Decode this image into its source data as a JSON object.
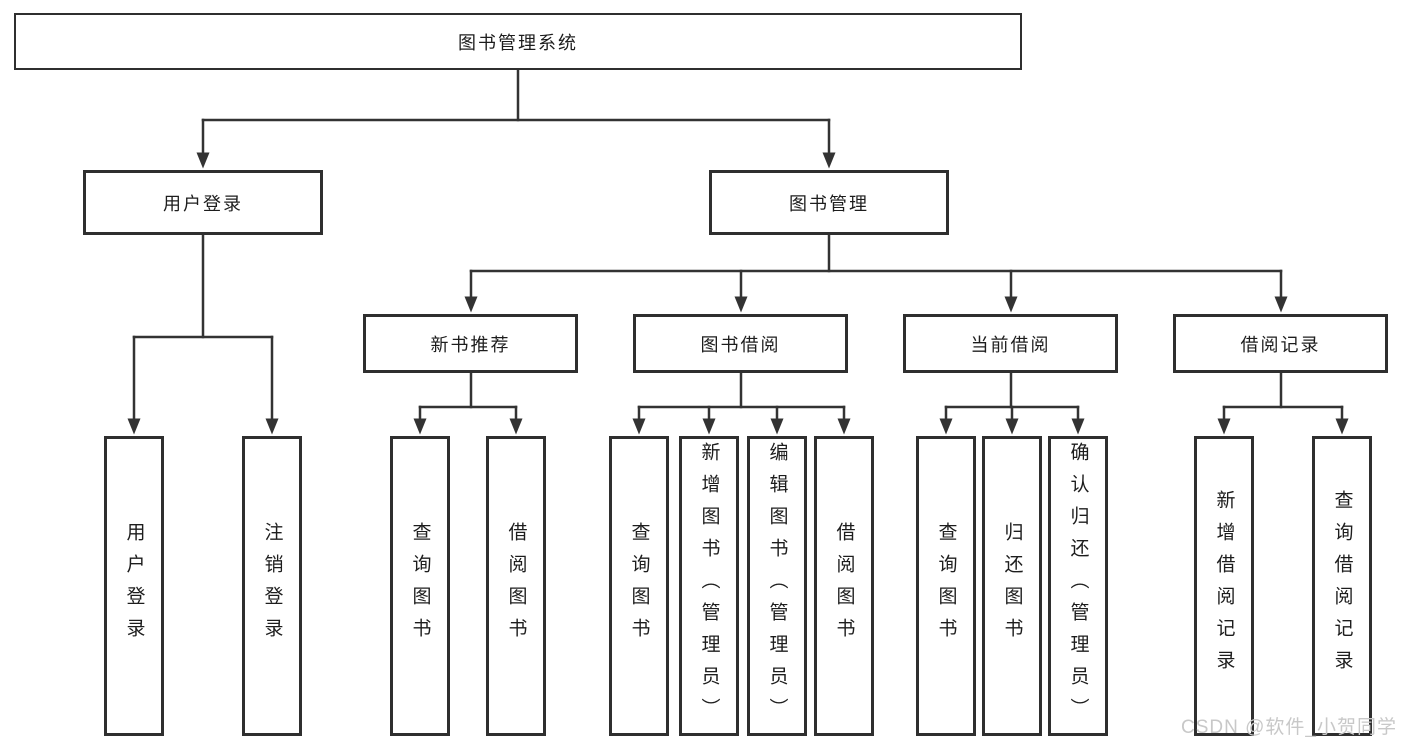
{
  "diagram": {
    "type": "hierarchy-tree",
    "nodes": {
      "root": "图书管理系统",
      "level2": {
        "user_login": "用户登录",
        "book_mgmt": "图书管理"
      },
      "level3": {
        "new_books": "新书推荐",
        "book_borrow": "图书借阅",
        "current_borrow": "当前借阅",
        "borrow_records": "借阅记录"
      },
      "leaves": {
        "user_login": "用户登录",
        "logout": "注销登录",
        "nb_query": "查询图书",
        "nb_borrow": "借阅图书",
        "bb_query": "查询图书",
        "bb_add": "新增图书（管理员）",
        "bb_edit": "编辑图书（管理员）",
        "bb_borrow": "借阅图书",
        "cb_query": "查询图书",
        "cb_return": "归还图书",
        "cb_confirm": "确认归还（管理员）",
        "br_add": "新增借阅记录",
        "br_query": "查询借阅记录"
      }
    },
    "edges": [
      [
        "图书管理系统",
        "用户登录"
      ],
      [
        "图书管理系统",
        "图书管理"
      ],
      [
        "用户登录",
        "用户登录"
      ],
      [
        "用户登录",
        "注销登录"
      ],
      [
        "图书管理",
        "新书推荐"
      ],
      [
        "图书管理",
        "图书借阅"
      ],
      [
        "图书管理",
        "当前借阅"
      ],
      [
        "图书管理",
        "借阅记录"
      ],
      [
        "新书推荐",
        "查询图书"
      ],
      [
        "新书推荐",
        "借阅图书"
      ],
      [
        "图书借阅",
        "查询图书"
      ],
      [
        "图书借阅",
        "新增图书（管理员）"
      ],
      [
        "图书借阅",
        "编辑图书（管理员）"
      ],
      [
        "图书借阅",
        "借阅图书"
      ],
      [
        "当前借阅",
        "查询图书"
      ],
      [
        "当前借阅",
        "归还图书"
      ],
      [
        "当前借阅",
        "确认归还（管理员）"
      ],
      [
        "借阅记录",
        "新增借阅记录"
      ],
      [
        "借阅记录",
        "查询借阅记录"
      ]
    ]
  },
  "watermark": "CSDN @软件_小贺同学",
  "colors": {
    "line": "#333333",
    "box_border": "#2f2f2f",
    "text": "#1d1d1d",
    "watermark": "#c8c8c8",
    "background": "#ffffff"
  }
}
